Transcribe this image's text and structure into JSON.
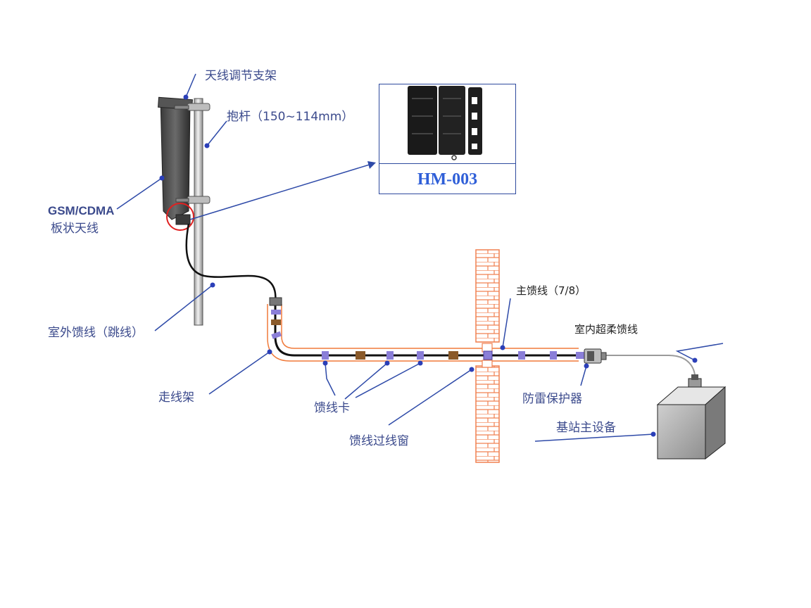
{
  "labels": {
    "bracket": "天线调节支架",
    "pole": "抱杆（150~114mm）",
    "antenna_line1": "GSM/CDMA",
    "antenna_line2": "板状天线",
    "outdoor_feeder": "室外馈线（跳线）",
    "cable_tray": "走线架",
    "feeder_clamp": "馈线卡",
    "feeder_window": "馈线过线窗",
    "main_feeder": "主馈线（7/8）",
    "indoor_feeder": "室内超柔馈线",
    "lightning_protector": "防雷保护器",
    "base_station": "基站主设备"
  },
  "model": {
    "caption": "HM-003"
  },
  "colors": {
    "label_blue": "#3b4a8c",
    "leader_blue": "#2e4aa8",
    "dot_blue": "#2b3fb8",
    "tray_orange": "#f07a3a",
    "brick": "#f08050",
    "clamp_purple": "#8a7ed8",
    "clamp_brown": "#8a5a2a",
    "highlight_red": "#e02020"
  }
}
